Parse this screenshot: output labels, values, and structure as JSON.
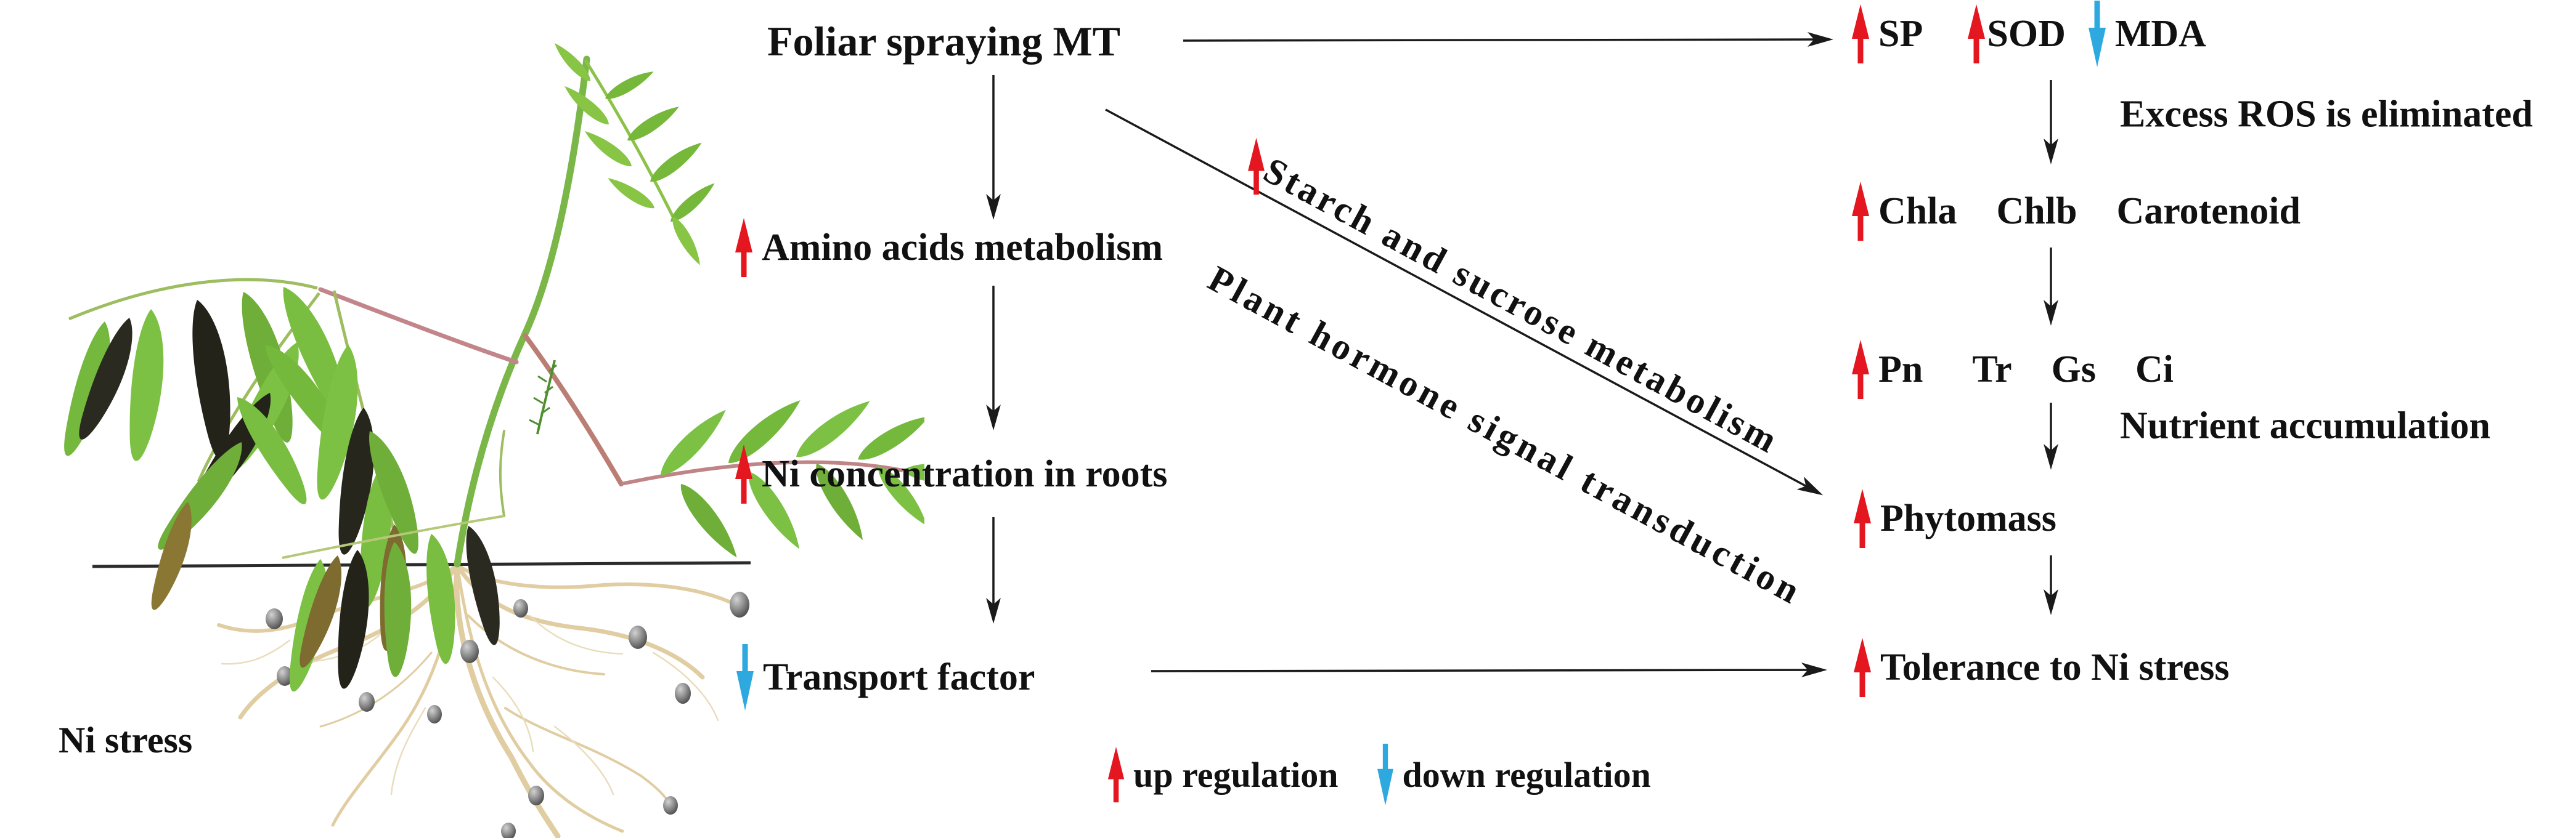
{
  "figure": {
    "title": "Foliar spraying MT",
    "plant": {
      "label": "Ni stress"
    },
    "left": {
      "amino": "Amino acids metabolism",
      "ni_roots": "Ni concentration in roots",
      "transport": "Transport factor"
    },
    "diagonal": {
      "starch": "Starch and sucrose metabolism",
      "hormone": "Plant hormone signal transduction"
    },
    "right": {
      "sp": "SP",
      "sod": "SOD",
      "mda": "MDA",
      "excess_ros": "Excess ROS is eliminated",
      "chla": "Chla",
      "chlb": "Chlb",
      "carotenoid": "Carotenoid",
      "pn": "Pn",
      "tr": "Tr",
      "gs": "Gs",
      "ci": "Ci",
      "nutrient": "Nutrient accumulation",
      "phytomass": "Phytomass",
      "tolerance": "Tolerance to Ni stress"
    },
    "legend": {
      "up": "up regulation",
      "down": "down regulation"
    },
    "colors": {
      "up": "#e4161f",
      "down": "#2ea9e0",
      "line": "#1a1a1a",
      "root": "#e0cda2",
      "leaf": "#7cc143",
      "stem": "#7ab648"
    }
  }
}
